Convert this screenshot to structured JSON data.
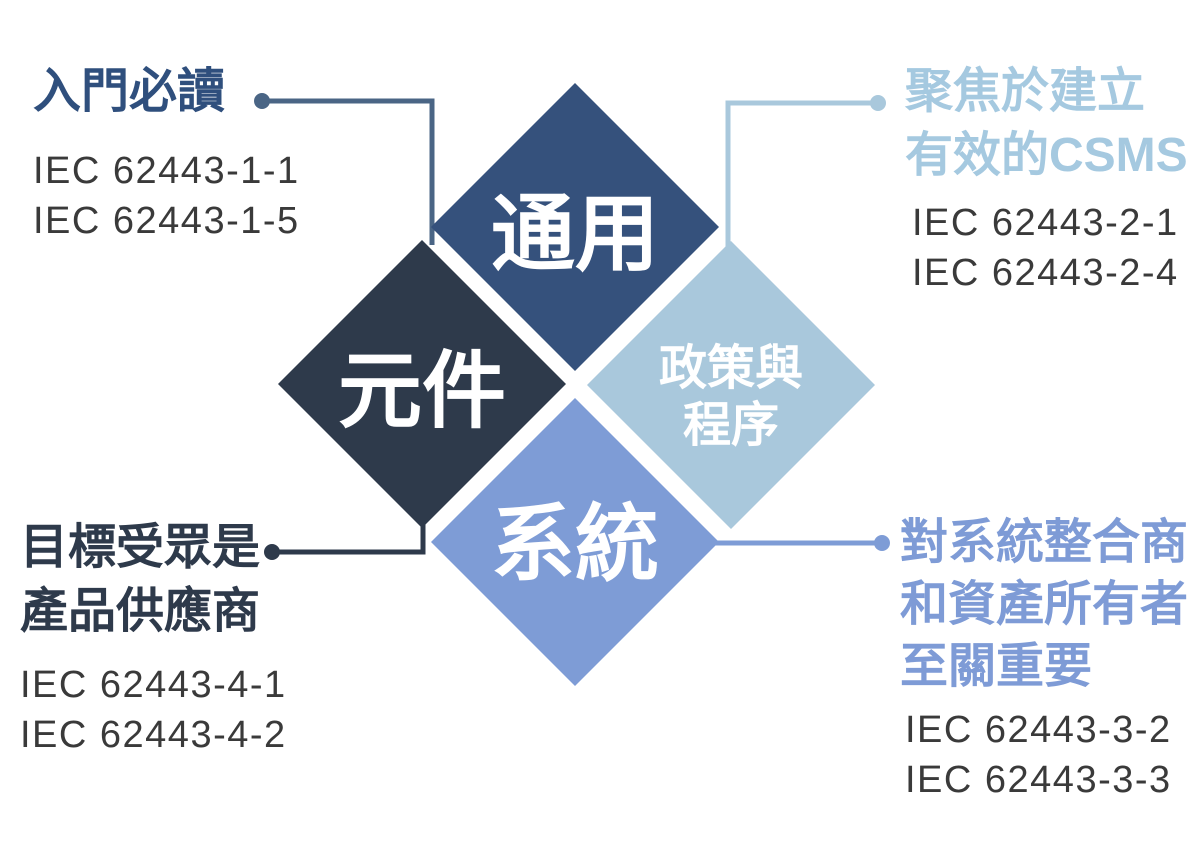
{
  "colors": {
    "background": "#ffffff",
    "diamond_general": "#35517c",
    "diamond_component": "#2e3a4b",
    "diamond_policies": "#a9c8dc",
    "diamond_system": "#7e9cd6",
    "diamond_label_text": "#ffffff",
    "connector_top_left": "#4a6585",
    "connector_top_right": "#a9c8dc",
    "connector_bottom_left": "#2e3a4b",
    "connector_bottom_right": "#7e9cd6",
    "heading_top_left": "#2f4f7d",
    "heading_top_right": "#a5c9e0",
    "heading_bottom_left": "#2e3a4b",
    "heading_bottom_right": "#7e9bd6",
    "iec_text": "#3a3a3a"
  },
  "diamonds": {
    "general": {
      "label": "通用"
    },
    "component": {
      "label": "元件"
    },
    "policies": {
      "label_line1": "政策與",
      "label_line2": "程序"
    },
    "system": {
      "label": "系統"
    }
  },
  "callouts": {
    "top_left": {
      "heading": "入門必讀",
      "items": [
        "IEC 62443-1-1",
        "IEC 62443-1-5"
      ]
    },
    "top_right": {
      "heading_line1": "聚焦於建立",
      "heading_line2": "有效的CSMS",
      "items": [
        "IEC 62443-2-1",
        "IEC 62443-2-4"
      ]
    },
    "bottom_left": {
      "heading_line1": "目標受眾是",
      "heading_line2": "產品供應商",
      "items": [
        "IEC 62443-4-1",
        "IEC 62443-4-2"
      ]
    },
    "bottom_right": {
      "heading_line1": "對系統整合商",
      "heading_line2": "和資產所有者",
      "heading_line3": "至關重要",
      "items": [
        "IEC 62443-3-2",
        "IEC 62443-3-3"
      ]
    }
  }
}
